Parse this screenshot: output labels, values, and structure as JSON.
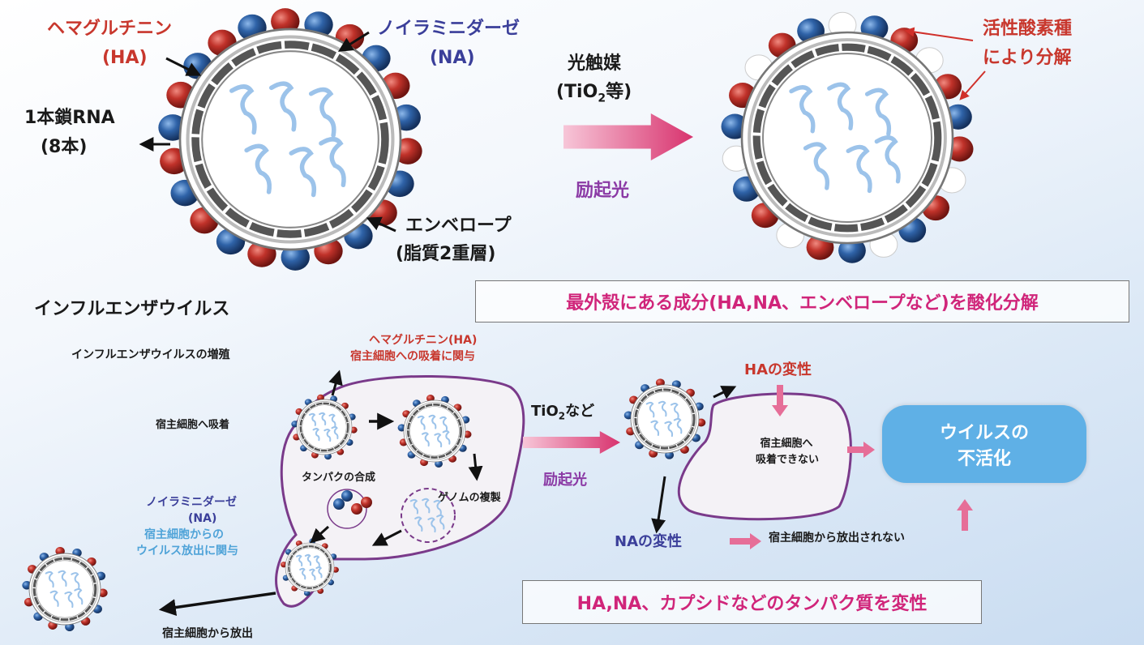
{
  "top": {
    "ha_label": "ヘマグルチニン",
    "ha_abbr": "(HA)",
    "na_label": "ノイラミニダーゼ",
    "na_abbr": "(NA)",
    "rna_label": "1本鎖RNA",
    "rna_count": "(8本)",
    "envelope_label": "エンベロープ",
    "envelope_sub": "(脂質2重層)",
    "photocatalyst_label": "光触媒",
    "photocatalyst_sub_pre": "(TiO",
    "photocatalyst_sub_num": "2",
    "photocatalyst_sub_post": "等)",
    "excitation_label": "励起光",
    "ros_label_1": "活性酸素種",
    "ros_label_2": "により分解",
    "virus_title": "インフルエンザウイルス",
    "outer_shell_box": "最外殻にある成分(HA,NA、エンベロープなど)を酸化分解"
  },
  "bottom": {
    "proliferation_title": "インフルエンザウイルスの増殖",
    "ha_label": "ヘマグルチニン(HA)",
    "ha_role": "宿主細胞への吸着に関与",
    "adsorption_label": "宿主細胞へ吸着",
    "protein_synthesis": "タンパクの合成",
    "genome_replication": "ゲノムの複製",
    "na_label": "ノイラミニダーゼ",
    "na_abbr": "(NA)",
    "na_role_1": "宿主細胞からの",
    "na_role_2": "ウイルス放出に関与",
    "release_label": "宿主細胞から放出",
    "tio2_pre": "TiO",
    "tio2_num": "2",
    "tio2_post": "など",
    "excitation_label": "励起光",
    "ha_denature": "HAの変性",
    "cannot_adsorb_1": "宿主細胞へ",
    "cannot_adsorb_2": "吸着できない",
    "na_denature": "NAの変性",
    "not_released": "宿主細胞から放出されない",
    "inactivation_1": "ウイルスの",
    "inactivation_2": "不活化",
    "protein_box": "HA,NA、カプシドなどのタンパク質を変性"
  },
  "colors": {
    "ha": "#b8302a",
    "na": "#2d5e9e",
    "arrow_pink": "#e05a8a",
    "cell_outline": "#7a3a8a",
    "inactivation_fill": "#5fb0e6"
  }
}
